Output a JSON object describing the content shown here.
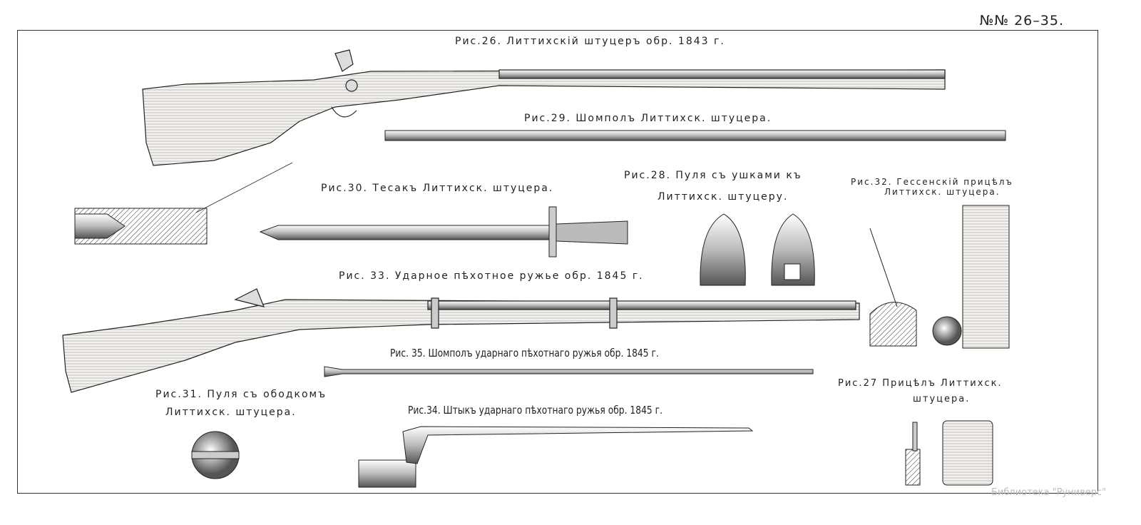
{
  "plate_number": "№№ 26–35.",
  "captions": {
    "fig26": "Рис.26. Литтихскій штуцеръ обр. 1843 г.",
    "fig29": "Рис.29. Шомполъ Литтихск. штуцера.",
    "fig30": "Рис.30. Тесакъ Литтихск. штуцера.",
    "fig28_line1": "Рис.28. Пуля съ ушками къ",
    "fig28_line2": "Литтихск. штуцеру.",
    "fig32_line1": "Рис.32. Гессенскій прицѣлъ",
    "fig32_line2": "Литтихск. штуцера.",
    "fig33": "Рис. 33. Ударное пѣхотное ружье обр. 1845 г.",
    "fig35": "Рис. 35. Шомполъ ударнаго пѣхотнаго ружья обр. 1845 г.",
    "fig31_line1": "Рис.31. Пуля съ ободкомъ",
    "fig31_line2": "Литтихск. штуцера.",
    "fig34": "Рис.34. Штыкъ ударнаго пѣхотнаго ружья обр. 1845 г.",
    "fig27_line1": "Рис.27 Прицѣлъ Литтихск.",
    "fig27_line2": "штуцера."
  },
  "watermark": "Библиотека \"Руниверс\"",
  "colors": {
    "ink": "#222222",
    "wood": "#e8e4dc",
    "metal": "#cfcfcf"
  }
}
